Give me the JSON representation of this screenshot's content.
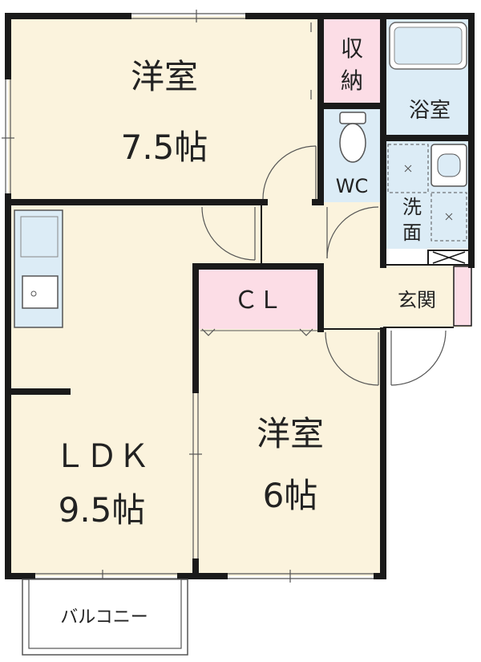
{
  "rooms": {
    "western_room_a": {
      "name": "洋室",
      "size": "7.5帖"
    },
    "storage": {
      "line1": "収",
      "line2": "納"
    },
    "bath": {
      "name": "浴室"
    },
    "wc": {
      "name": "WC"
    },
    "washroom": {
      "line1": "洗",
      "line2": "面"
    },
    "ldk": {
      "name": "ＬＤＫ",
      "size": "9.5帖"
    },
    "closet": {
      "name": "ＣＬ"
    },
    "entrance": {
      "name": "玄関"
    },
    "western_room_b": {
      "name": "洋室",
      "size": "6帖"
    },
    "balcony": {
      "name": "バルコニー"
    }
  },
  "colors": {
    "room_fill": "#fbf3dd",
    "storage_fill": "#fcdde6",
    "water_fill": "#dcecf6",
    "wall": "#1a1a1a"
  }
}
